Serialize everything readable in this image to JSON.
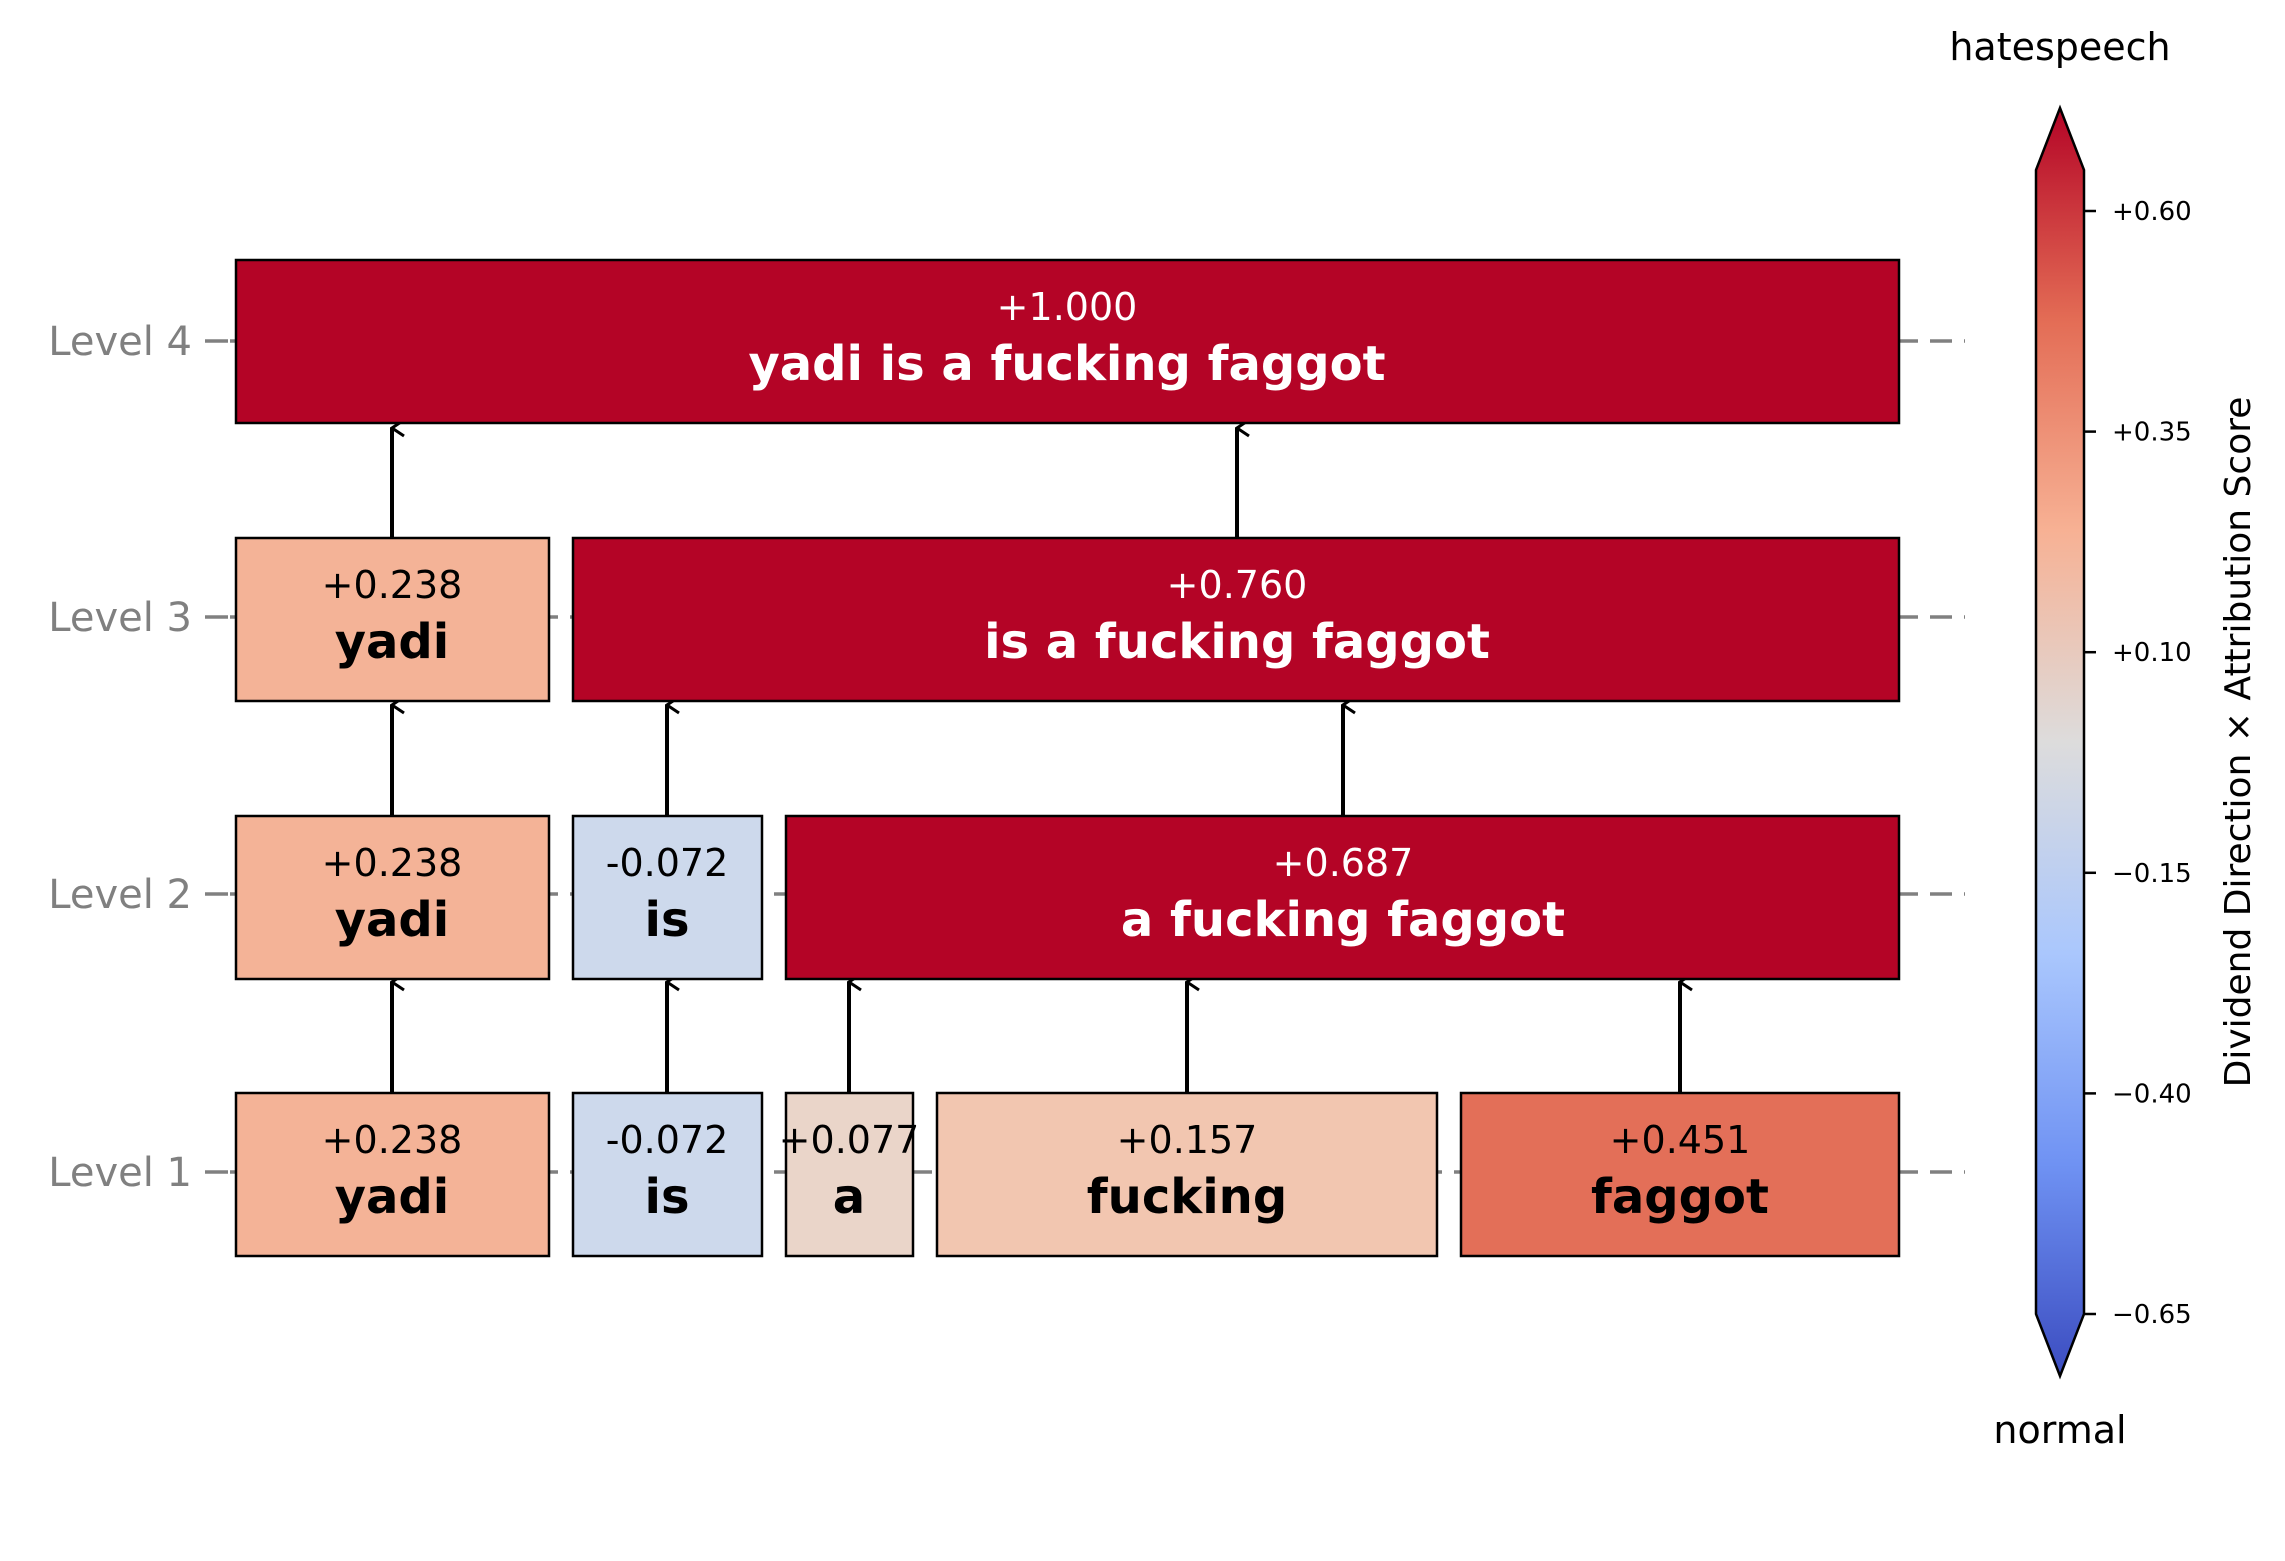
{
  "levels": [
    {
      "label": "Level 1",
      "nodes": [
        {
          "text": "yadi",
          "score": "+0.238",
          "color": "#f4b397"
        },
        {
          "text": "is",
          "score": "-0.072",
          "color": "#cdd9ec"
        },
        {
          "text": "a",
          "score": "+0.077",
          "color": "#ead5c9"
        },
        {
          "text": "fucking",
          "score": "+0.157",
          "color": "#f2c6b0"
        },
        {
          "text": "faggot",
          "score": "+0.451",
          "color": "#e36f58"
        }
      ]
    },
    {
      "label": "Level 2",
      "nodes": [
        {
          "text": "yadi",
          "score": "+0.238",
          "color": "#f4b397"
        },
        {
          "text": "is",
          "score": "-0.072",
          "color": "#cdd9ec"
        },
        {
          "text": "a fucking faggot",
          "score": "+0.687",
          "color": "#b40426"
        }
      ]
    },
    {
      "label": "Level 3",
      "nodes": [
        {
          "text": "yadi",
          "score": "+0.238",
          "color": "#f4b397"
        },
        {
          "text": "is a fucking faggot",
          "score": "+0.760",
          "color": "#b40426"
        }
      ]
    },
    {
      "label": "Level 4",
      "nodes": [
        {
          "text": "yadi is a fucking faggot",
          "score": "+1.000",
          "color": "#b40426"
        }
      ]
    }
  ],
  "colorbar": {
    "top_label": "hatespeech",
    "bottom_label": "normal",
    "axis_label": "Dividend Direction × Attribution Score",
    "ticks": [
      "+0.60",
      "+0.35",
      "+0.10",
      "−0.15",
      "−0.40",
      "−0.65"
    ],
    "range": [
      -0.65,
      0.6
    ],
    "colors": [
      "#3b4cc0",
      "#6f92f3",
      "#aac7fd",
      "#dddcdc",
      "#f7b194",
      "#e36c55",
      "#b40426"
    ]
  }
}
